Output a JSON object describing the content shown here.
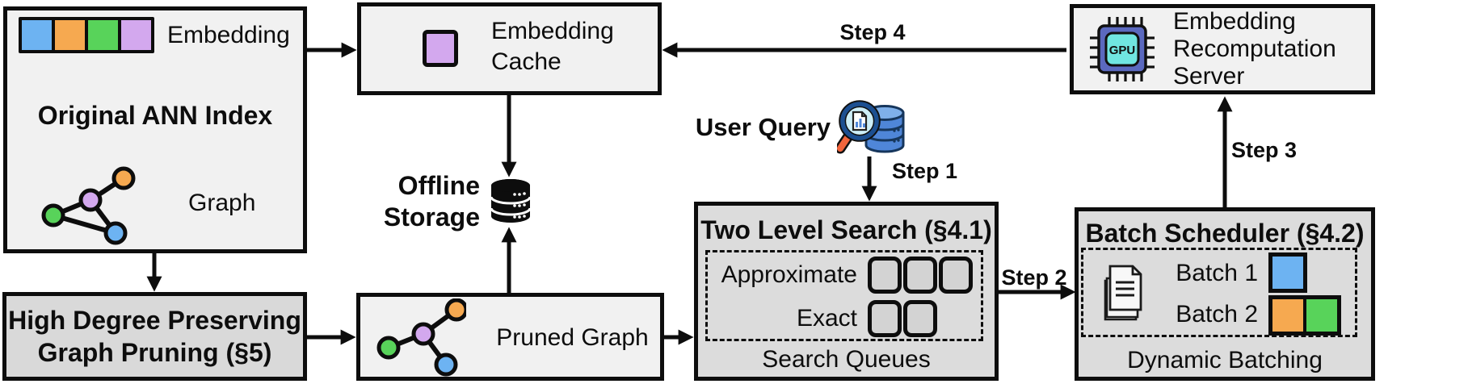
{
  "palette": {
    "blue": "#6db3f2",
    "orange": "#f6a950",
    "green": "#58d35a",
    "purple": "#d3a8ee",
    "chip_body": "#5b69bf",
    "chip_core": "#70e6e1",
    "db_blue": "#4f86d8",
    "db_blue_light": "#7fb0ea",
    "lens_cyan": "#cdeef8",
    "handle_orange": "#f2653c",
    "ink": "#0d0d0d"
  },
  "embedding_colors": [
    "#6db3f2",
    "#f6a950",
    "#58d35a",
    "#d3a8ee"
  ],
  "ann_index": {
    "title": "Original ANN Index",
    "embedding_label": "Embedding",
    "graph_label": "Graph"
  },
  "cache": {
    "label": "Embedding Cache"
  },
  "storage": {
    "label": "Offline Storage"
  },
  "pruning": {
    "title": "High Degree Preserving Graph Pruning (§5)"
  },
  "pruned": {
    "label": "Pruned Graph"
  },
  "user_query": {
    "label": "User Query"
  },
  "search": {
    "title": "Two Level Search (§4.1)",
    "rows": [
      {
        "label": "Approximate",
        "queue_count": 3
      },
      {
        "label": "Exact",
        "queue_count": 2
      }
    ],
    "caption": "Search Queues"
  },
  "batch": {
    "title": "Batch Scheduler (§4.2)",
    "rows": [
      {
        "label": "Batch 1",
        "colors": [
          "#6db3f2"
        ]
      },
      {
        "label": "Batch 2",
        "colors": [
          "#f6a950",
          "#58d35a"
        ]
      }
    ],
    "caption": "Dynamic Batching"
  },
  "server": {
    "label": "Embedding Recomputation Server",
    "chip_label": "GPU"
  },
  "steps": [
    {
      "label": "Step 1"
    },
    {
      "label": "Step 2"
    },
    {
      "label": "Step 3"
    },
    {
      "label": "Step 4"
    }
  ]
}
